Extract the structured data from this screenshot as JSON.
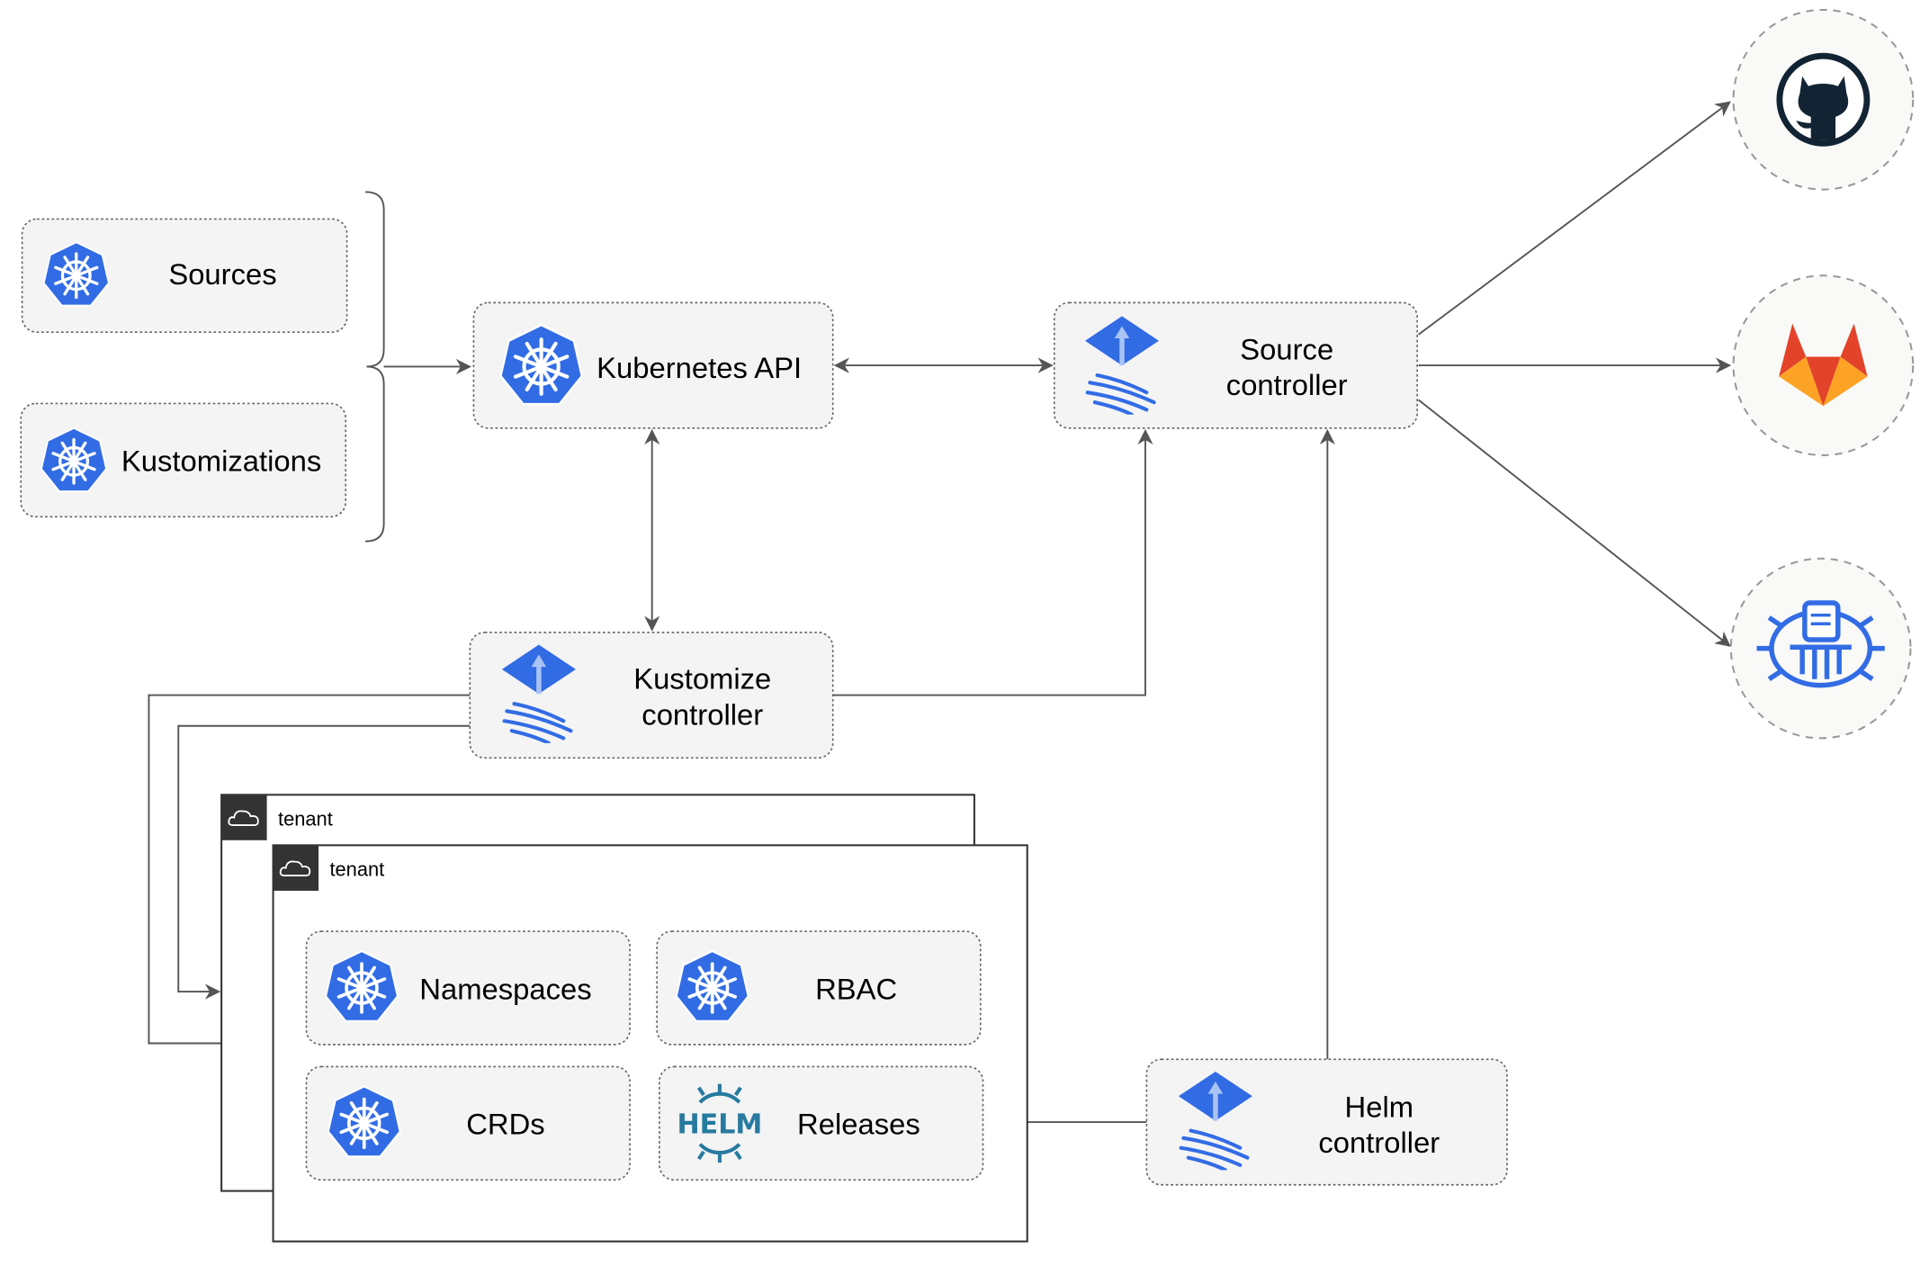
{
  "nodes": {
    "sources": "Sources",
    "kustomizations": "Kustomizations",
    "kubernetes_api": "Kubernetes API",
    "source_controller": [
      "Source",
      "controller"
    ],
    "kustomize_controller": [
      "Kustomize",
      "controller"
    ],
    "helm_controller": [
      "Helm",
      "controller"
    ],
    "namespaces": "Namespaces",
    "rbac": "RBAC",
    "crds": "CRDs",
    "releases": "Releases"
  },
  "tenants": [
    "tenant",
    "tenant"
  ],
  "helm_logo_text": "HELM",
  "external_sources": [
    "github-icon",
    "gitlab-icon",
    "bucket-icon"
  ],
  "colors": {
    "kubernetes_blue": "#326ce5",
    "gitlab_orange": "#e24329",
    "gitlab_yellow": "#fca326",
    "github_dark": "#122333",
    "helm_blue": "#277a9f",
    "box_fill": "#f4f4f4",
    "tenant_header": "#333333"
  }
}
